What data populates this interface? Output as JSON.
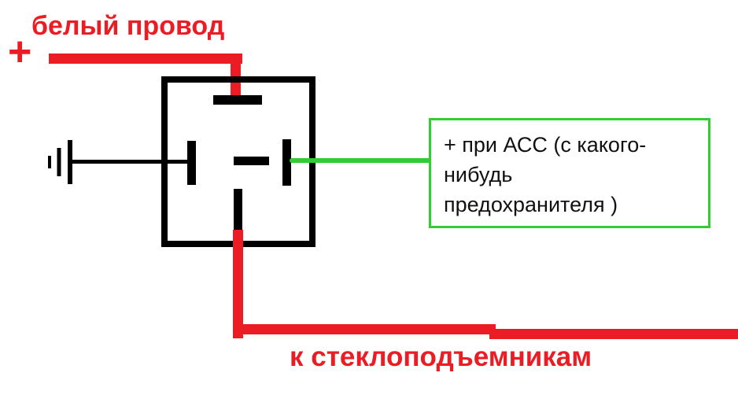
{
  "diagram": {
    "top_label": "белый провод",
    "plus_sign": "+",
    "bottom_label": "к стеклоподъемникам",
    "acc_note": {
      "lines": [
        "+ при АСС (с какого-",
        "нибудь",
        "предохранителя )"
      ]
    }
  },
  "colors": {
    "red": "#ec1c24",
    "green": "#33cc33",
    "black": "#000000"
  }
}
